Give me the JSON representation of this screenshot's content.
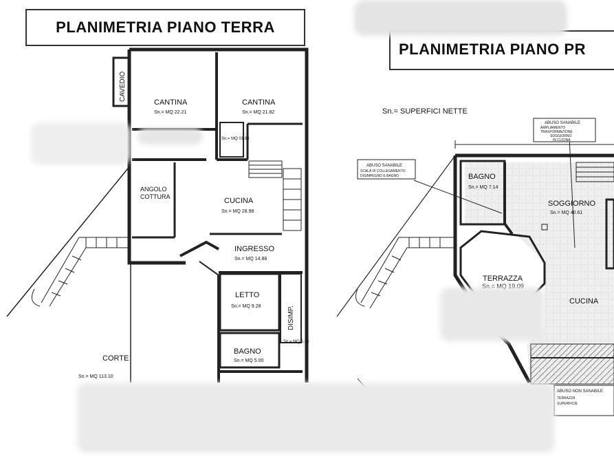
{
  "titles": {
    "left": "PLANIMETRIA PIANO TERRA",
    "right": "PLANIMETRIA PIANO PR"
  },
  "legend": "Sn.= SUPERFICI NETTE",
  "ground_floor": {
    "cavedio": "CAVEDIO",
    "cantina_1": {
      "name": "CANTINA",
      "area": "Sn.= MQ 22.21"
    },
    "cantina_2": {
      "name": "CANTINA",
      "area": "Sn.= MQ 21.82"
    },
    "small_area": "Sn.= MQ 01.84",
    "angolo_cottura": [
      "ANGOLO",
      "COTTURA"
    ],
    "cucina": {
      "name": "CUCINA",
      "area": "Sn.= MQ 28.98"
    },
    "ingresso": {
      "name": "INGRESSO",
      "area": "Sn.= MQ 14.88"
    },
    "letto": {
      "name": "LETTO",
      "area": "Sn.= MQ 9.28"
    },
    "disimp": {
      "name": "DISIMP.",
      "area": "Sn.= MQ 5.18"
    },
    "bagno": {
      "name": "BAGNO",
      "area": "Sn.= MQ 5.00"
    },
    "corte": {
      "name": "CORTE",
      "area": "Sn.= MQ 113.10"
    }
  },
  "first_floor": {
    "note_left": [
      "ABUSO SANABILE",
      "SCALA DI COLLEGAMENTO",
      "DISIMPEGNO E BAGNO"
    ],
    "note_top": [
      "ABUSO SANABILE",
      "AMPLIAMENTO",
      "TRASFORMAZIONE",
      "SOGGIORNO",
      "IN CUCINA"
    ],
    "note_bottom": [
      "ABUSO NON SANABILE",
      "TERRAZZA",
      "SUPERFICIE"
    ],
    "bagno": {
      "name": "BAGNO",
      "area": "Sn.= MQ 7.14"
    },
    "soggiorno": {
      "name": "SOGGIORNO",
      "area": "Sn.= MQ 40.61"
    },
    "terrazza": {
      "name": "TERRAZZA",
      "area": "Sn.= MQ 19.09"
    },
    "cucina": {
      "name": "CUCINA"
    }
  }
}
